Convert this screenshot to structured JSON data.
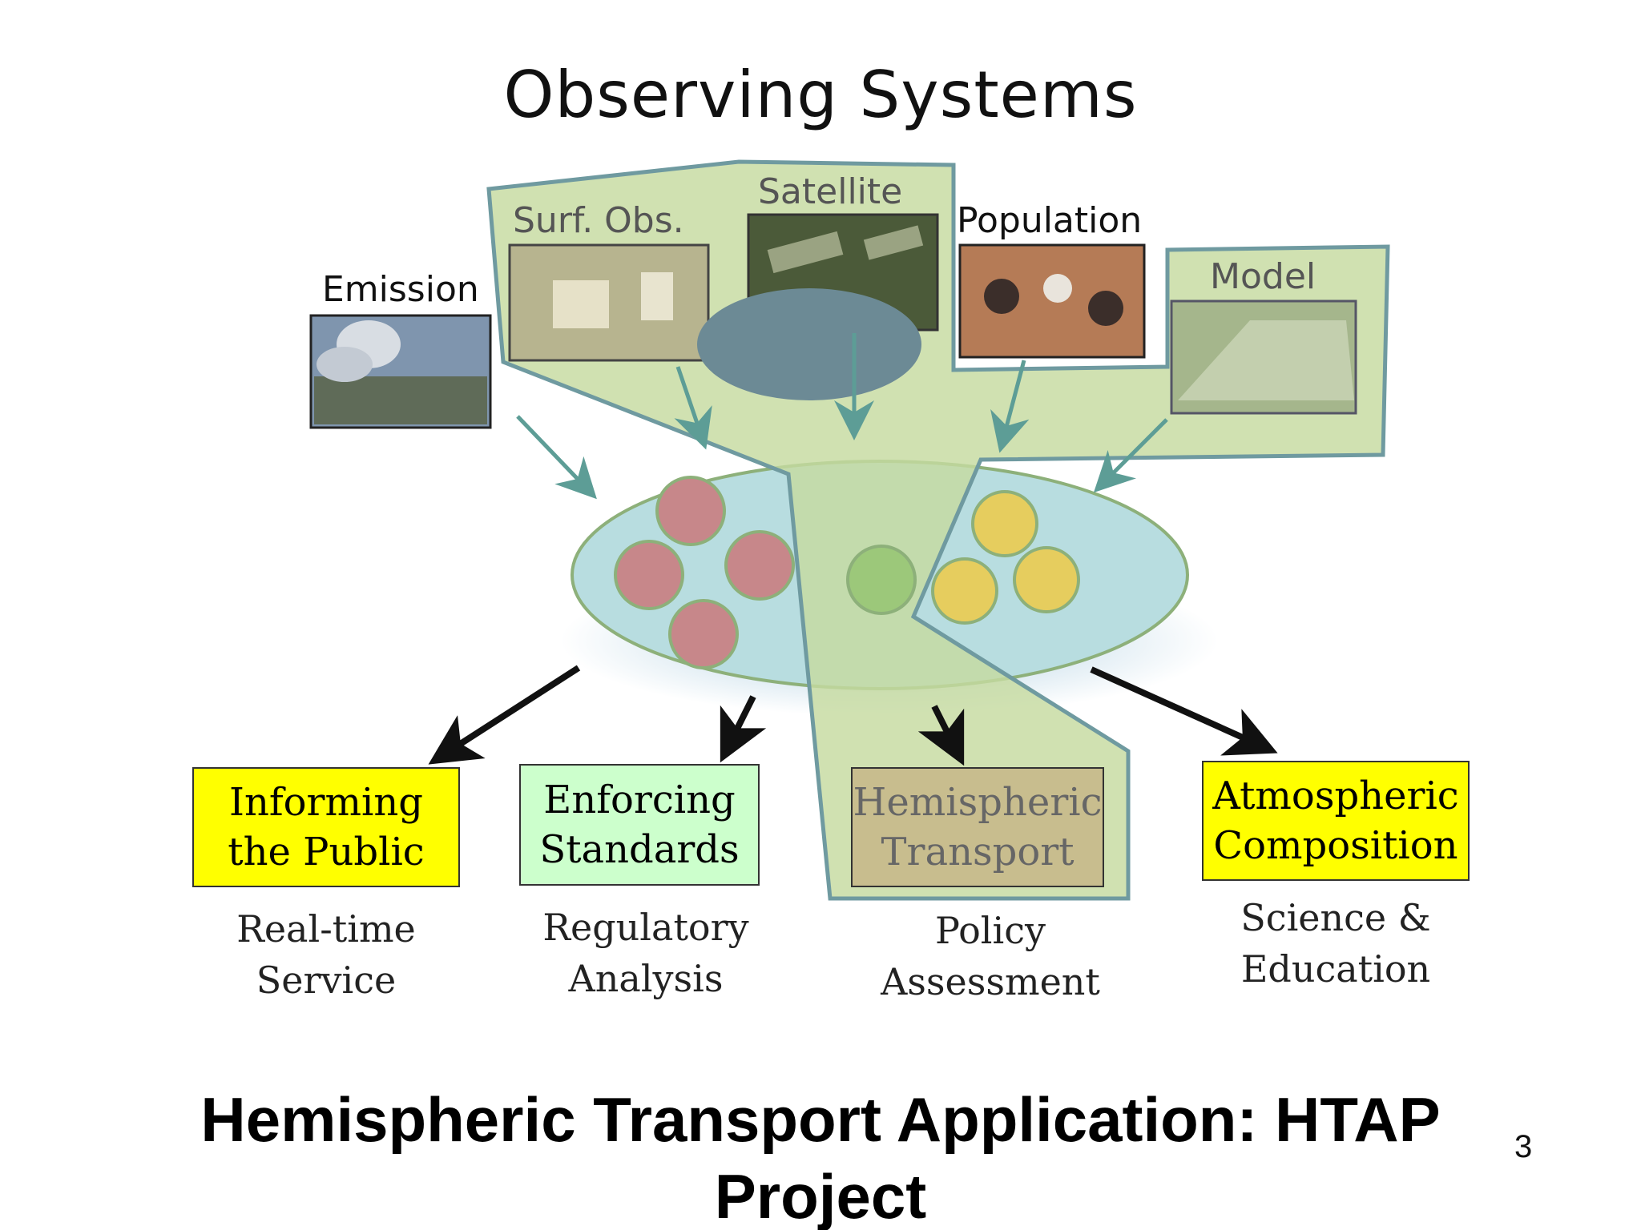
{
  "title": "Observing Systems",
  "sources": {
    "emission": "Emission",
    "surf_obs": "Surf. Obs.",
    "satellite": "Satellite",
    "population": "Population",
    "model": "Model"
  },
  "outputs": [
    {
      "line1": "Informing",
      "line2": "the Public",
      "sub1": "Real-time",
      "sub2": "Service",
      "fill": "#ffff00"
    },
    {
      "line1": "Enforcing",
      "line2": "Standards",
      "sub1": "Regulatory",
      "sub2": "Analysis",
      "fill": "#ccffcc"
    },
    {
      "line1": "Hemispheric",
      "line2": "Transport",
      "sub1": "Policy",
      "sub2": "Assessment",
      "fill": "#c8bd8e"
    },
    {
      "line1": "Atmospheric",
      "line2": "Composition",
      "sub1": "Science &",
      "sub2": "Education",
      "fill": "#ffff00"
    }
  ],
  "footer": {
    "line1": "Hemispheric Transport Application: HTAP",
    "line2": "Project"
  },
  "page_number": "3",
  "colors": {
    "green_region": "#c6dba0",
    "green_border": "#6f9aa0",
    "ellipse": "#b8dde0",
    "red_circle": "#c7878a",
    "yellow_circle": "#e6cd5e",
    "green_circle": "#9cc87a",
    "arrow_teal": "#5d9d96"
  }
}
